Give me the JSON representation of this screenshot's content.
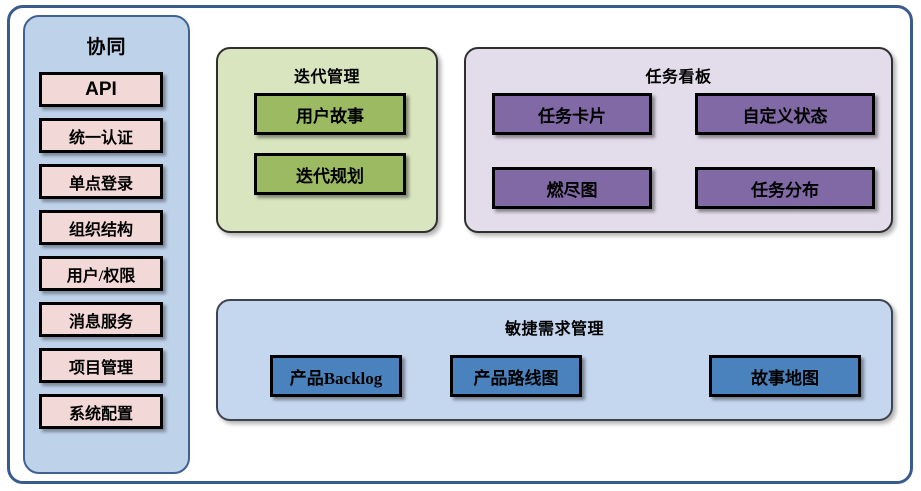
{
  "diagram": {
    "sidebar": {
      "title": "协同",
      "items": [
        {
          "label": "API",
          "script": "latin"
        },
        {
          "label": "统一认证",
          "script": "cjk"
        },
        {
          "label": "单点登录",
          "script": "cjk"
        },
        {
          "label": "组织结构",
          "script": "cjk"
        },
        {
          "label": "用户/权限",
          "script": "cjk"
        },
        {
          "label": "消息服务",
          "script": "cjk"
        },
        {
          "label": "项目管理",
          "script": "cjk"
        },
        {
          "label": "系统配置",
          "script": "cjk"
        }
      ]
    },
    "groups": {
      "iteration": {
        "title": "迭代管理",
        "items": [
          {
            "label": "用户故事"
          },
          {
            "label": "迭代规划"
          }
        ]
      },
      "taskboard": {
        "title": "任务看板",
        "items": [
          {
            "label": "任务卡片"
          },
          {
            "label": "自定义状态"
          },
          {
            "label": "燃尽图"
          },
          {
            "label": "任务分布"
          }
        ]
      },
      "agile": {
        "title": "敏捷需求管理",
        "items": [
          {
            "label": "产品Backlog"
          },
          {
            "label": "产品路线图"
          },
          {
            "label": "故事地图"
          }
        ]
      }
    }
  },
  "colors": {
    "outer_frame_border": "#3a5c8c",
    "sidebar_fill": "#bed2ea",
    "sidebar_border": "#3f6293",
    "sidebar_item_fill": "#f2d8d7",
    "iteration_fill": "#d9e5bf",
    "iteration_item_fill": "#9cba62",
    "taskboard_fill": "#e3ddeb",
    "taskboard_item_fill": "#8069a4",
    "agile_fill": "#c5d7ef",
    "agile_item_fill": "#4a82bd",
    "item_border": "#000000"
  }
}
